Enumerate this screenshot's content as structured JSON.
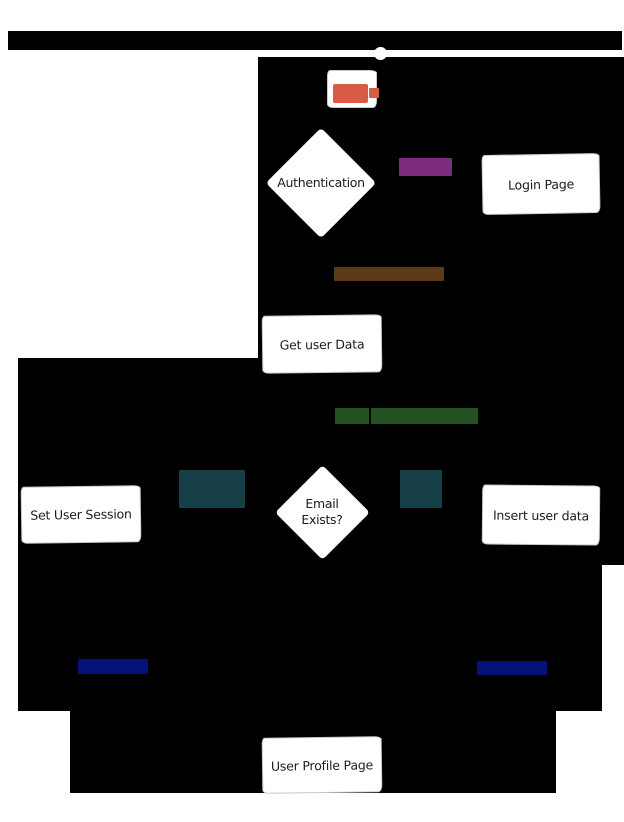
{
  "colors": {
    "canvas_bg": "#ffffff",
    "shape_black": "#000000",
    "ink": "#1b1b1b",
    "box_border": "#c9c9c9",
    "orange": "#d85c45",
    "purple": "#7d2d80",
    "brown": "#5c3a17",
    "green": "#245122",
    "teal": "#173f48",
    "navy": "#031179"
  },
  "nodes": {
    "camera": {
      "icon": "camera-icon",
      "shape": "rectangle"
    },
    "authentication": {
      "label": "Authentication",
      "shape": "diamond"
    },
    "login_page": {
      "label": "Login Page",
      "shape": "rectangle"
    },
    "get_user_data": {
      "label": "Get user Data",
      "shape": "rectangle"
    },
    "email_exists": {
      "label": "Email\nExists?",
      "shape": "diamond"
    },
    "set_user_session": {
      "label": "Set User Session",
      "shape": "rectangle"
    },
    "insert_user_data": {
      "label": "Insert user data",
      "shape": "rectangle"
    },
    "user_profile_page": {
      "label": "User Profile Page",
      "shape": "rectangle"
    }
  }
}
